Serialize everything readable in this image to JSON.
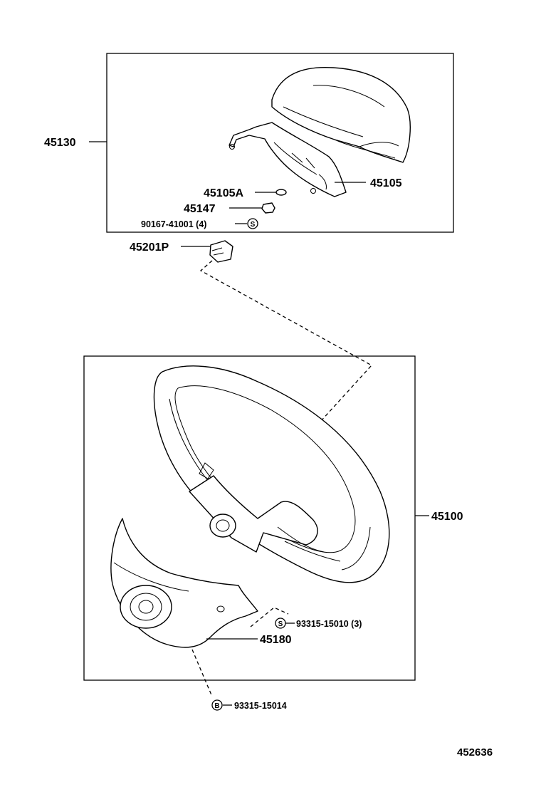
{
  "labels": {
    "assy_pad": "45130",
    "pad_sub": "45105",
    "pad_sub_a": "45105A",
    "nut": "45147",
    "screw_pad": "90167-41001 (4)",
    "spiral_part": "45201P",
    "wheel_assy": "45100",
    "cover": "45180",
    "screw_cover": "93315-15010 (3)",
    "screw_bottom": "93315-15014"
  },
  "symbols": {
    "s": "S",
    "b": "B"
  },
  "figure_number": "452636"
}
